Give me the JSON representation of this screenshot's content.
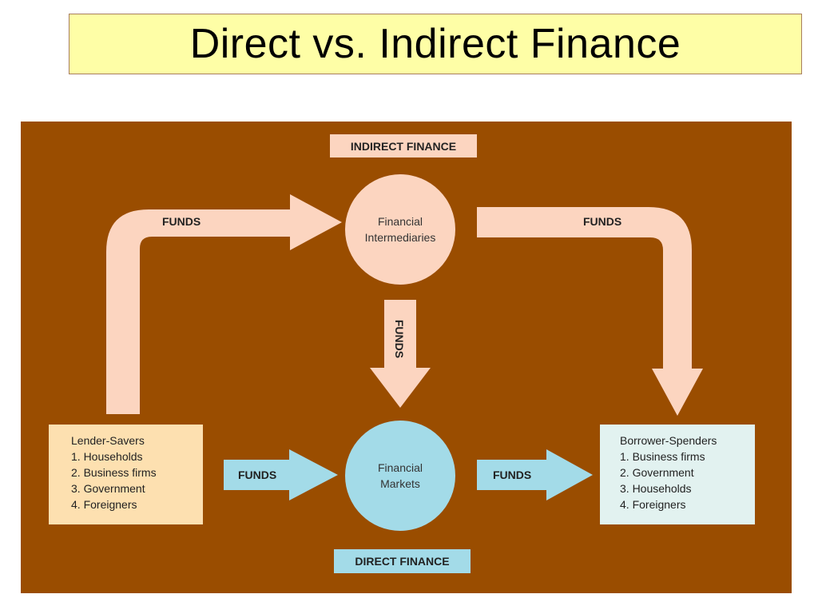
{
  "slide_title": "Direct vs. Indirect Finance",
  "diagram": {
    "indirect_tag": "INDIRECT FINANCE",
    "direct_tag": "DIRECT FINANCE",
    "intermediaries": {
      "line1": "Financial",
      "line2": "Intermediaries"
    },
    "markets": {
      "line1": "Financial",
      "line2": "Markets"
    },
    "funds_label": "FUNDS",
    "lenders": {
      "heading": "Lender-Savers",
      "items": [
        "1. Households",
        "2. Business firms",
        "3. Government",
        "4. Foreigners"
      ]
    },
    "borrowers": {
      "heading": "Borrower-Spenders",
      "items": [
        "1. Business firms",
        "2. Government",
        "3. Households",
        "4. Foreigners"
      ]
    },
    "colors": {
      "panel": "#9a4d00",
      "peach": "#fcd5c0",
      "blue": "#a3dbe8",
      "lender_box": "#fde0b0",
      "borrower_box": "#e2f2f0",
      "title_bg": "#fefea6"
    }
  }
}
